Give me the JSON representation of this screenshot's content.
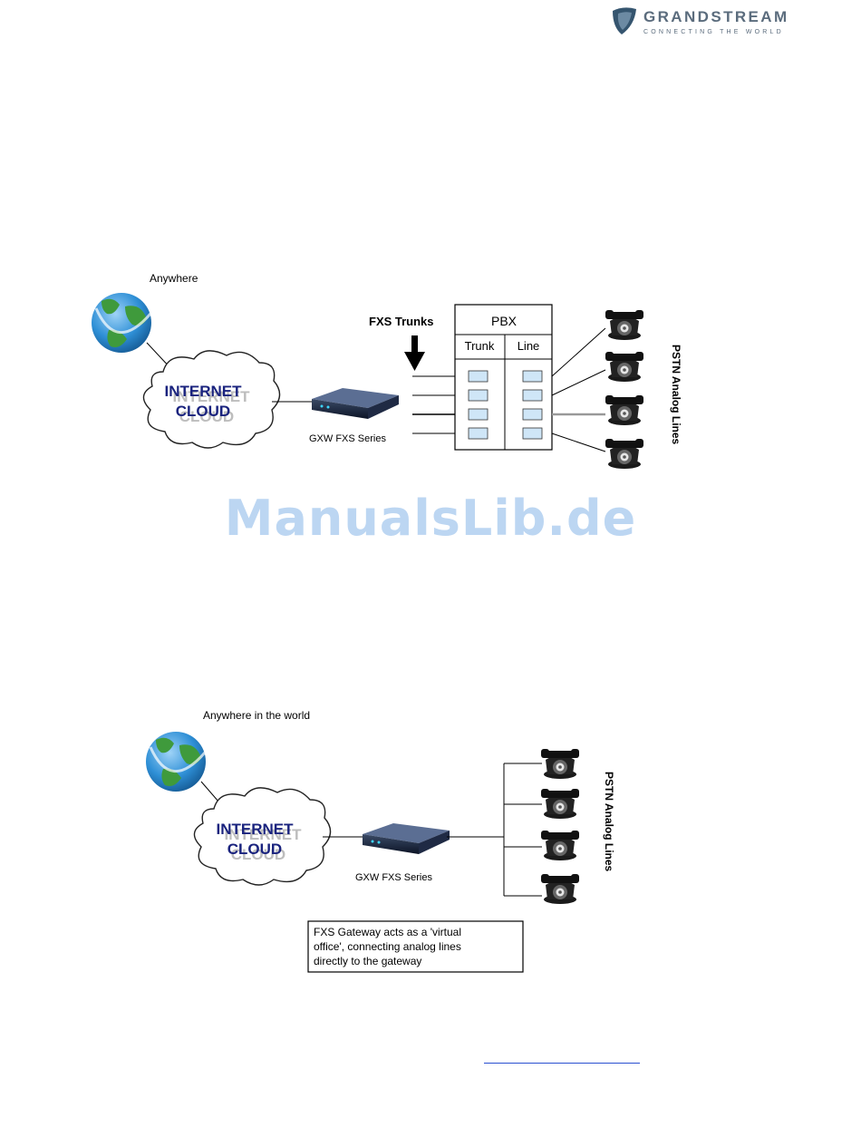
{
  "header": {
    "brand_name": "GRANDSTREAM",
    "brand_tagline": "CONNECTING THE WORLD",
    "brand_color": "#5b6c7d",
    "logo_icon": "grandstream-shield-logo"
  },
  "diagram_top": {
    "globe_label": "Anywhere",
    "cloud_label_line1": "INTERNET",
    "cloud_label_line2": "CLOUD",
    "gateway_label": "GXW FXS Series",
    "trunks_label": "FXS Trunks",
    "pbx_title": "PBX",
    "pbx_col_trunk": "Trunk",
    "pbx_col_line": "Line",
    "lines_label": "PSTN Analog Lines"
  },
  "diagram_bottom": {
    "globe_label": "Anywhere in the world",
    "cloud_label_line1": "INTERNET",
    "cloud_label_line2": "CLOUD",
    "gateway_label": "GXW FXS Series",
    "lines_label": "PSTN Analog Lines",
    "note_line1": "FXS Gateway acts as a 'virtual",
    "note_line2": "office', connecting analog lines",
    "note_line3": "directly to the gateway"
  },
  "watermark": {
    "text": "ManualsLib.de",
    "color": "#bcd6f2"
  },
  "colors": {
    "cloud_text": "#1a237e",
    "globe_ocean": "#2e8fd6",
    "globe_land": "#3f9a3c",
    "link_color": "#2a4fd0"
  }
}
